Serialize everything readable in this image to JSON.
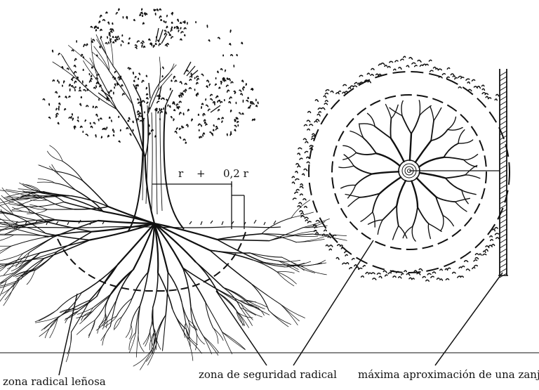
{
  "dimension": {
    "r": "r",
    "plus": "+",
    "extra": "0,2 r"
  },
  "captions": {
    "woody_root_zone": "zona radical leñosa",
    "root_safety_zone": "zona de seguridad radical",
    "max_trench_approach": "máxima aproximación de una zanja"
  },
  "colors": {
    "ink": "#111111",
    "background": "#ffffff"
  }
}
